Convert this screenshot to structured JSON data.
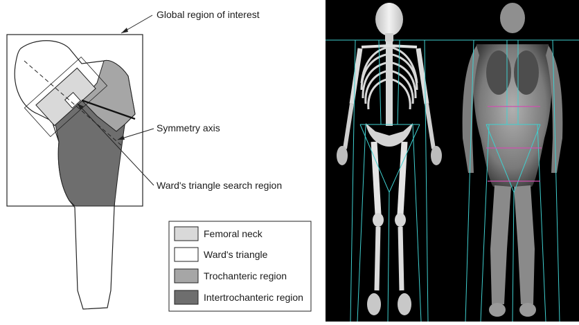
{
  "diagram": {
    "callouts": {
      "global_roi": "Global region of interest",
      "symmetry_axis": "Symmetry axis",
      "wards_search": "Ward's triangle search region"
    },
    "legend": [
      {
        "label": "Femoral neck",
        "color": "#d9d9d9"
      },
      {
        "label": "Ward's triangle",
        "color": "#ffffff"
      },
      {
        "label": "Trochanteric region",
        "color": "#a6a6a6"
      },
      {
        "label": "Intertrochanteric region",
        "color": "#6e6e6e"
      }
    ],
    "colors": {
      "outline": "#222222",
      "femoral_neck": "#d9d9d9",
      "trochanteric": "#a6a6a6",
      "intertrochanteric": "#6e6e6e",
      "bone": "#ffffff"
    }
  },
  "scan": {
    "colors": {
      "background": "#000000",
      "roi_lines": "#3fd0d0",
      "composition_lines": "#d04fb0",
      "bone": "#e6e6e6",
      "soft_tissue": "#9a9a9a"
    }
  }
}
